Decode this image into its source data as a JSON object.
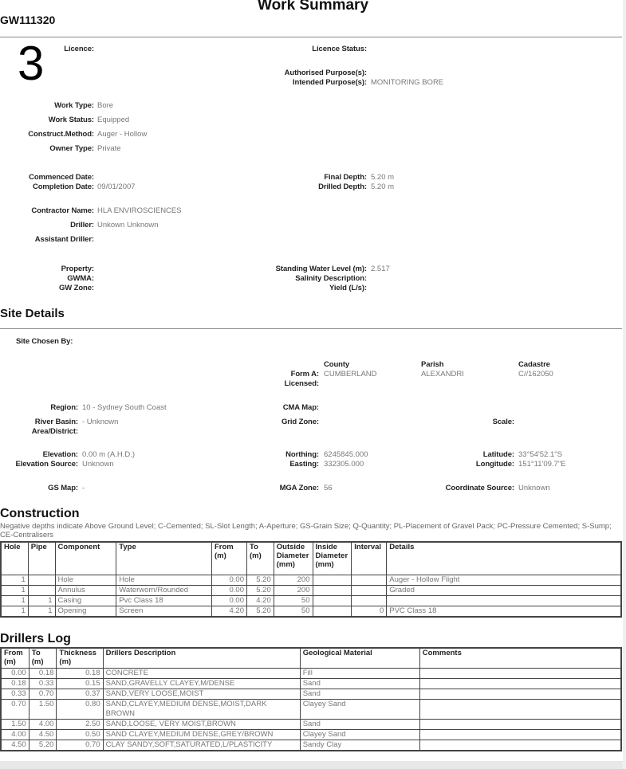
{
  "header": {
    "title": "Work Summary",
    "work_id": "GW111320",
    "page_number": "3"
  },
  "summary": {
    "licence": {
      "label": "Licence:",
      "value": ""
    },
    "licence_status": {
      "label": "Licence Status:",
      "value": ""
    },
    "authorised_purpose": {
      "label": "Authorised Purpose(s):",
      "value": ""
    },
    "intended_purpose": {
      "label": "Intended Purpose(s):",
      "value": "MONITORING BORE"
    },
    "work_type": {
      "label": "Work Type:",
      "value": "Bore"
    },
    "work_status": {
      "label": "Work Status:",
      "value": "Equipped"
    },
    "construct_method": {
      "label": "Construct.Method:",
      "value": "Auger - Hollow"
    },
    "owner_type": {
      "label": "Owner Type:",
      "value": "Private"
    },
    "commenced_date": {
      "label": "Commenced Date:",
      "value": ""
    },
    "completion_date": {
      "label": "Completion Date:",
      "value": "09/01/2007"
    },
    "final_depth": {
      "label": "Final Depth:",
      "value": "5.20 m"
    },
    "drilled_depth": {
      "label": "Drilled Depth:",
      "value": "5.20 m"
    },
    "contractor_name": {
      "label": "Contractor Name:",
      "value": "HLA ENVIROSCIENCES"
    },
    "driller": {
      "label": "Driller:",
      "value": "Unkown Unknown"
    },
    "assistant_driller": {
      "label": "Assistant Driller:",
      "value": ""
    },
    "property": {
      "label": "Property:",
      "value": ""
    },
    "gwma": {
      "label": "GWMA:",
      "value": ""
    },
    "gw_zone": {
      "label": "GW Zone:",
      "value": ""
    },
    "standing_water_level": {
      "label": "Standing Water Level (m):",
      "value": "2.517"
    },
    "salinity": {
      "label": "Salinity Description:",
      "value": ""
    },
    "yield": {
      "label": "Yield (L/s):",
      "value": ""
    }
  },
  "site": {
    "heading": "Site Details",
    "site_chosen_by": {
      "label": "Site Chosen By:",
      "value": ""
    },
    "col_county": "County",
    "col_parish": "Parish",
    "col_cadastre": "Cadastre",
    "form_a": {
      "label": "Form A:",
      "county": "CUMBERLAND",
      "parish": "ALEXANDRI",
      "cadastre": "C//162050"
    },
    "licensed": {
      "label": "Licensed:"
    },
    "region": {
      "label": "Region:",
      "value": "10 - Sydney South Coast"
    },
    "cma_map": {
      "label": "CMA Map:",
      "value": ""
    },
    "river_basin": {
      "label": "River Basin:",
      "value": "- Unknown"
    },
    "grid_zone": {
      "label": "Grid Zone:",
      "value": ""
    },
    "scale": {
      "label": "Scale:",
      "value": ""
    },
    "area_district": {
      "label": "Area/District:",
      "value": ""
    },
    "elevation": {
      "label": "Elevation:",
      "value": "0.00 m (A.H.D.)"
    },
    "elevation_source": {
      "label": "Elevation Source:",
      "value": "Unknown"
    },
    "northing": {
      "label": "Northing:",
      "value": "6245845.000"
    },
    "easting": {
      "label": "Easting:",
      "value": "332305.000"
    },
    "latitude": {
      "label": "Latitude:",
      "value": "33°54'52.1\"S"
    },
    "longitude": {
      "label": "Longitude:",
      "value": "151°11'09.7\"E"
    },
    "gs_map": {
      "label": "GS Map:",
      "value": "-"
    },
    "mga_zone": {
      "label": "MGA Zone:",
      "value": "56"
    },
    "coordinate_source": {
      "label": "Coordinate Source:",
      "value": "Unknown"
    }
  },
  "construction": {
    "heading": "Construction",
    "note": "Negative depths indicate Above Ground Level; C-Cemented; SL-Slot Length; A-Aperture; GS-Grain Size; Q-Quantity; PL-Placement of Gravel Pack; PC-Pressure Cemented; S-Sump; CE-Centralisers",
    "columns": [
      "Hole",
      "Pipe",
      "Component",
      "Type",
      "From (m)",
      "To (m)",
      "Outside Diameter (mm)",
      "Inside Diameter (mm)",
      "Interval",
      "Details"
    ],
    "rows": [
      [
        "1",
        "",
        "Hole",
        "Hole",
        "0.00",
        "5.20",
        "200",
        "",
        "",
        "Auger - Hollow Flight"
      ],
      [
        "1",
        "",
        "Annulus",
        "Waterworn/Rounded",
        "0.00",
        "5.20",
        "200",
        "",
        "",
        "Graded"
      ],
      [
        "1",
        "1",
        "Casing",
        "Pvc Class 18",
        "0.00",
        "4.20",
        "50",
        "",
        "",
        ""
      ],
      [
        "1",
        "1",
        "Opening",
        "Screen",
        "4.20",
        "5.20",
        "50",
        "",
        "0",
        "PVC Class 18"
      ]
    ]
  },
  "drillers_log": {
    "heading": "Drillers Log",
    "columns": [
      "From (m)",
      "To (m)",
      "Thickness (m)",
      "Drillers Description",
      "Geological Material",
      "Comments"
    ],
    "rows": [
      [
        "0.00",
        "0.18",
        "0.18",
        "CONCRETE",
        "Fill",
        ""
      ],
      [
        "0.18",
        "0.33",
        "0.15",
        "SAND,GRAVELLY CLAYEY,M/DENSE",
        "Sand",
        ""
      ],
      [
        "0.33",
        "0.70",
        "0.37",
        "SAND,VERY LOOSE,MOIST",
        "Sand",
        ""
      ],
      [
        "0.70",
        "1.50",
        "0.80",
        "SAND,CLAYEY,MEDIUM DENSE,MOIST,DARK BROWN",
        "Clayey Sand",
        ""
      ],
      [
        "1.50",
        "4.00",
        "2.50",
        "SAND,LOOSE, VERY MOIST,BROWN",
        "Sand",
        ""
      ],
      [
        "4.00",
        "4.50",
        "0.50",
        "SAND CLAYEY,MEDIUM DENSE,GREY/BROWN",
        "Clayey Sand",
        ""
      ],
      [
        "4.50",
        "5.20",
        "0.70",
        "CLAY SANDY,SOFT,SATURATED,L/PLASTICITY",
        "Sandy Clay",
        ""
      ]
    ]
  }
}
